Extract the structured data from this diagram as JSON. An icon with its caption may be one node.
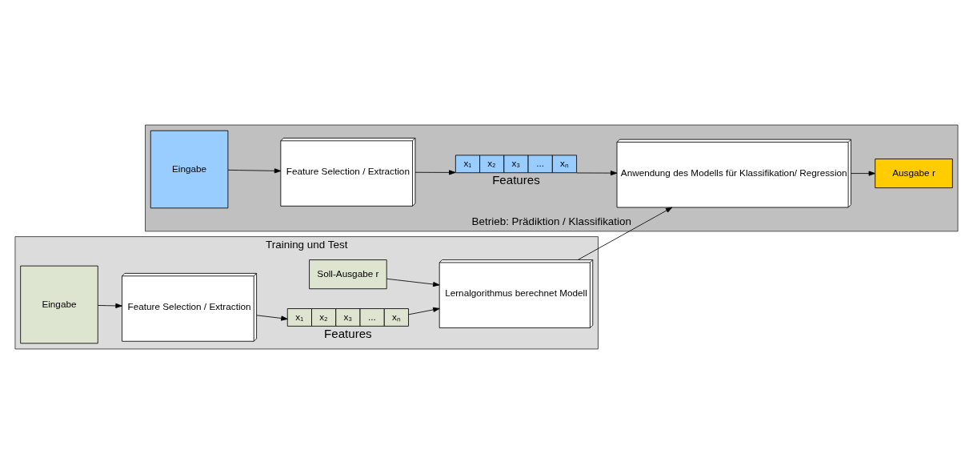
{
  "diagram": {
    "nodes": [
      {
        "text": [
          "Training und Test"
        ]
      },
      {
        "text": [
          "Soll-Ausgabe r"
        ],
        "in": 0
      },
      {
        "text": [
          "Eingabe"
        ],
        "in": 0
      },
      {
        "text": [
          "Feature Selection / Extraction"
        ],
        "in": 0
      },
      {
        "text": [
          "x₁",
          "x₂",
          "x₃",
          "...",
          "xₙ"
        ],
        "beside": [
          "Features"
        ],
        "in": 0
      },
      {
        "text": [
          "Lernalgorithmus berechnet Modell"
        ],
        "in": 0
      },
      {
        "text": [
          "Betrieb: Prädiktion / Klassifikation"
        ]
      },
      {
        "text": [
          "Eingabe"
        ],
        "in": 6
      },
      {
        "text": [
          "Feature Selection / Extraction"
        ],
        "in": 6
      },
      {
        "text": [
          "x₁",
          "x₂",
          "x₃",
          "...",
          "xₙ"
        ],
        "beside": [
          "Features"
        ],
        "in": 6
      },
      {
        "text": [
          "Anwendung des Modells für Klassifikation/ Regression"
        ],
        "in": 6
      },
      {
        "text": [
          "Ausgabe r"
        ],
        "in": 6
      }
    ],
    "edges": [
      {
        "from": 1,
        "to": 5,
        "arrow": "to"
      },
      {
        "from": 2,
        "to": 3,
        "arrow": "to"
      },
      {
        "from": 3,
        "to": 4,
        "arrow": "to"
      },
      {
        "from": 4,
        "to": 5,
        "arrow": "to"
      },
      {
        "from": 5,
        "to": 10,
        "arrow": "to"
      },
      {
        "from": 7,
        "to": 8,
        "arrow": "to"
      },
      {
        "from": 8,
        "to": 9,
        "arrow": "to"
      },
      {
        "from": 9,
        "to": 10,
        "arrow": "to"
      },
      {
        "from": 10,
        "to": 11,
        "arrow": "to"
      }
    ]
  }
}
